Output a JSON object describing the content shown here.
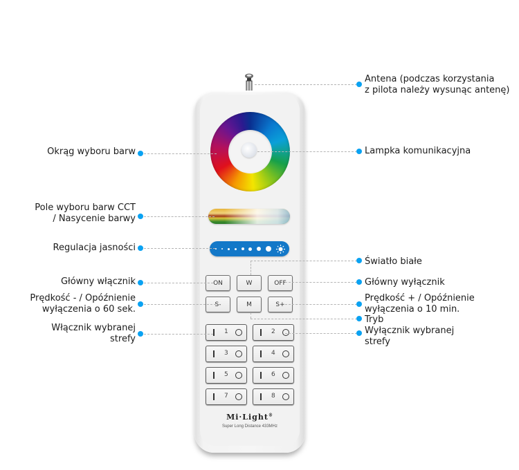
{
  "diagram": {
    "subject": "Mi-Light RGB+CCT 8-zone remote control",
    "accent_color": "#0aa2f2",
    "left_labels": [
      {
        "id": "color-wheel",
        "lines": [
          "Okrąg wyboru barw"
        ]
      },
      {
        "id": "cct-bar",
        "lines": [
          "Pole wyboru barw CCT",
          "/ Nasycenie barwy"
        ]
      },
      {
        "id": "brightness",
        "lines": [
          "Regulacja jasności"
        ]
      },
      {
        "id": "main-on",
        "lines": [
          "Główny włącznik"
        ]
      },
      {
        "id": "speed-minus",
        "lines": [
          "Prędkość - / Opóźnienie",
          "wyłączenia o 60 sek."
        ]
      },
      {
        "id": "zone-on",
        "lines": [
          "Włącznik wybranej",
          "strefy"
        ]
      }
    ],
    "right_labels": [
      {
        "id": "antenna",
        "lines": [
          "Antena (podczas korzystania",
          "z pilota należy wysunąc antenę)"
        ]
      },
      {
        "id": "led",
        "lines": [
          "Lampka komunikacyjna"
        ]
      },
      {
        "id": "white",
        "lines": [
          "Światło białe"
        ]
      },
      {
        "id": "main-off",
        "lines": [
          "Główny wyłącznik"
        ]
      },
      {
        "id": "speed-plus",
        "lines": [
          "Prędkość + / Opóźnienie",
          "wyłączenia o 10 min."
        ]
      },
      {
        "id": "mode",
        "lines": [
          "Tryb"
        ]
      },
      {
        "id": "zone-off",
        "lines": [
          "Wyłącznik wybranej",
          "strefy"
        ]
      }
    ]
  },
  "remote": {
    "buttons": {
      "on": "ON",
      "w": "W",
      "off": "OFF",
      "s_minus": "S-",
      "m": "M",
      "s_plus": "S+"
    },
    "zones": [
      "1",
      "2",
      "3",
      "4",
      "5",
      "6",
      "7",
      "8"
    ],
    "brand": "Mi·Light",
    "brand_mark": "®",
    "tagline": "Super Long Distance 433MHz"
  }
}
